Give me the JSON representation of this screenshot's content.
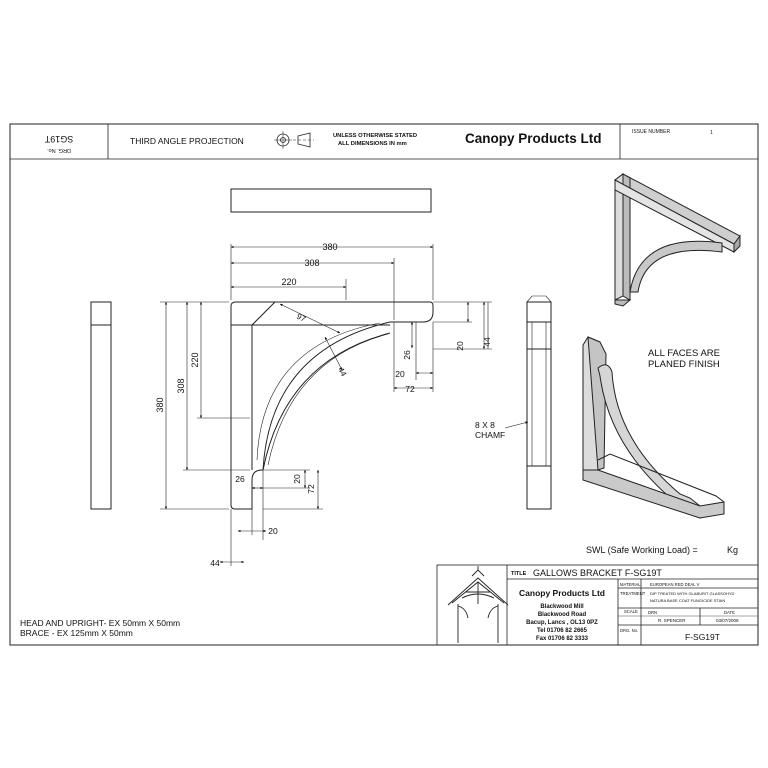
{
  "header": {
    "drg_no_label": "DRG. No.",
    "drg_no_value": "SG19T",
    "projection": "THIRD ANGLE PROJECTION",
    "units_line1": "UNLESS OTHERWISE STATED",
    "units_line2": "ALL DIMENSIONS IN mm",
    "company": "Canopy Products Ltd",
    "issue_label": "ISSUE NUMBER",
    "issue_value": "1"
  },
  "dimensions": {
    "d380_top": "380",
    "d308_top": "308",
    "d220_top": "220",
    "d97": "97",
    "d44_brace": "44",
    "d26_right": "26",
    "d20_right": "20",
    "d44_right": "44",
    "d20_bottom_right": "20",
    "d72_right": "72",
    "d380_left": "380",
    "d308_left": "308",
    "d220_left": "220",
    "d26_lower": "26",
    "d20_lower": "20",
    "d72_lower": "72",
    "d20_bottom": "20",
    "d44_bottom": "44"
  },
  "notes": {
    "chamf_line1": "8 X 8",
    "chamf_line2": "CHAMF",
    "finish_line1": "ALL FACES ARE",
    "finish_line2": "PLANED FINISH",
    "swl": "SWL (Safe Working Load) =",
    "swl_unit": "Kg",
    "materials_line1": "HEAD AND UPRIGHT- EX 50mm X 50mm",
    "materials_line2": "BRACE - EX 125mm X 50mm"
  },
  "title_block": {
    "title_label": "TITLE",
    "title_value": "GALLOWS BRACKET F-SG19T",
    "company": "Canopy Products Ltd",
    "address": [
      "Blackwood Mill",
      "Blackwood Road",
      "Bacup, Lancs , OL13 0PZ",
      "Tel 01706 82 2665",
      "Fax 01706 82 3333"
    ],
    "material_label": "MATERIAL",
    "material_value": "EUROPEAN RED DEAL V",
    "treatment_label": "TREATMENT",
    "treatment_line1": "DIP TREATED WITH GLABURIT GLASSOHYD",
    "treatment_line2": "NATURA BASE COAT FUNGICIDE STAIN",
    "scale_label": "SCALE",
    "drn_label": "DRN",
    "drn_value": "R. SPENCER",
    "date_label": "DATE",
    "date_value": "03/07/2008",
    "drg_no_label": "DRG. No.",
    "drg_no_value": "F-SG19T"
  }
}
